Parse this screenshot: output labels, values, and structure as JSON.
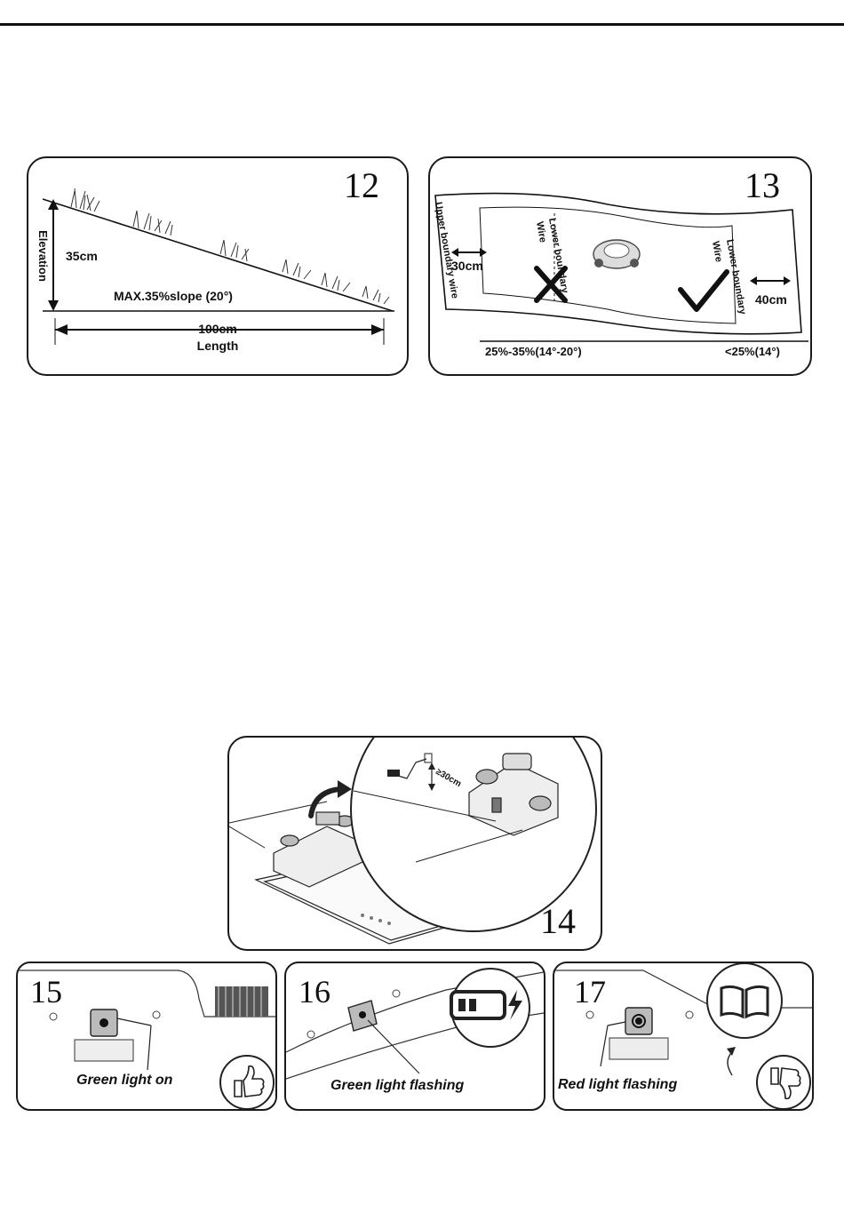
{
  "figures": {
    "fig12": {
      "number": "12",
      "elevation_label": "Elevation",
      "height_value": "35cm",
      "slope_label": "MAX.35%slope (20°)",
      "length_value": "100cm",
      "length_label": "Length"
    },
    "fig13": {
      "number": "13",
      "upper_wire_label": "Upper boundary wire",
      "lower_wire_left_label_1": "Lower boundary",
      "lower_wire_left_label_2": "Wire",
      "lower_wire_right_label_1": "Lower boundary",
      "lower_wire_right_label_2": "Wire",
      "left_distance": "30cm",
      "right_distance": "40cm",
      "left_range": "25%-35%(14°-20°)",
      "right_range": "<25%(14°)"
    },
    "fig14": {
      "number": "14",
      "distance_label": "≥30cm"
    },
    "fig15": {
      "number": "15",
      "caption": "Green light on"
    },
    "fig16": {
      "number": "16",
      "caption": "Green light flashing"
    },
    "fig17": {
      "number": "17",
      "caption": "Red light flashing"
    },
    "icons": [
      "thumbs-up-icon",
      "battery-charging-icon",
      "open-book-icon",
      "thumbs-down-icon",
      "check-mark-icon",
      "cross-mark-icon",
      "robot-mower-icon"
    ]
  }
}
